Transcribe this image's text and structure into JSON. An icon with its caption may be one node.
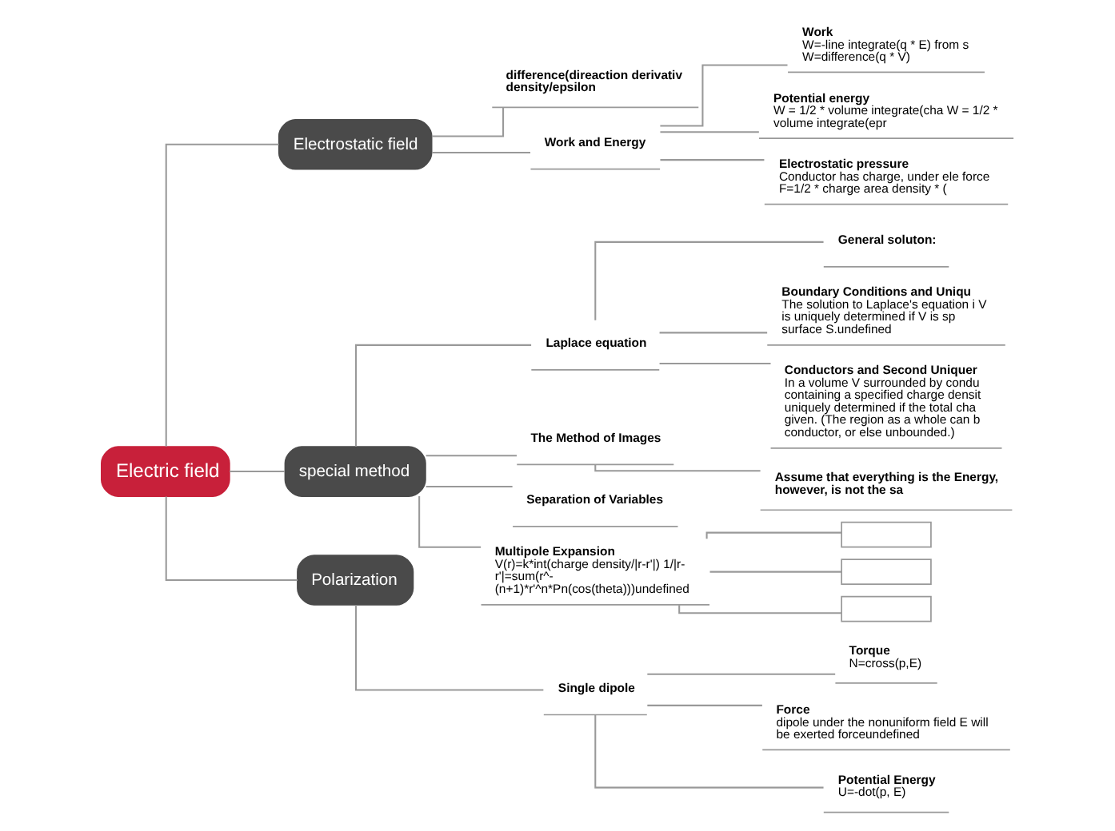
{
  "diagram": {
    "nodes": [
      {
        "text": [
          "Electric field"
        ]
      },
      {
        "text": [
          "Electrostatic field"
        ]
      },
      {
        "text": [
          "special method"
        ]
      },
      {
        "text": [
          "Polarization"
        ]
      },
      {
        "text": [
          "difference(direaction derivativ density/epsilon"
        ]
      },
      {
        "text": [
          "Work and Energy"
        ]
      },
      {
        "text": [
          "Work",
          "W=-line integrate(q * E) from s W=difference(q * V)"
        ]
      },
      {
        "text": [
          "Potential energy",
          "W = 1/2 * volume integrate(cha W = 1/2 * volume integrate(epr"
        ]
      },
      {
        "text": [
          "Electrostatic pressure",
          "Conductor has charge, under ele force F=1/2 * charge area density * ("
        ]
      },
      {
        "text": [
          "Laplace equation"
        ]
      },
      {
        "text": [
          "General soluton:"
        ]
      },
      {
        "text": [
          "Boundary Conditions and Uniqu",
          "The solution to Laplace's equation i V is uniquely determined if V is sp surface S.undefined"
        ]
      },
      {
        "text": [
          "Conductors and Second Uniquer",
          "In a volume V surrounded by condu containing a specified charge densit uniquely determined if the total cha given. (The region as a whole can b conductor, or else unbounded.)"
        ]
      },
      {
        "text": [
          "The Method of Images"
        ]
      },
      {
        "text": [
          "Assume that everything is the Energy, however, is not the sa"
        ]
      },
      {
        "text": [
          "Separation of Variables"
        ]
      },
      {
        "text": [
          "Multipole Expansion",
          "V(r)=k*int(charge density/|r-r'|) 1/|r-r'|=sum(r^-(n+1)*r'^n*Pn(cos(theta)))undefined"
        ]
      },
      {
        "text": [],
        "shape": "box"
      },
      {
        "text": [],
        "shape": "box"
      },
      {
        "text": [],
        "shape": "box"
      },
      {
        "text": [
          "Single dipole"
        ]
      },
      {
        "text": [
          "Torque",
          "N=cross(p,E)"
        ]
      },
      {
        "text": [
          "Force",
          "dipole under the nonuniform field E will be exerted forceundefined"
        ]
      },
      {
        "text": [
          "Potential Energy",
          "U=-dot(p, E)"
        ]
      }
    ],
    "edges": [
      {
        "from": 0,
        "to": 1,
        "arrow": "none"
      },
      {
        "from": 0,
        "to": 2,
        "arrow": "none"
      },
      {
        "from": 0,
        "to": 3,
        "arrow": "none"
      },
      {
        "from": 1,
        "to": 4,
        "arrow": "none"
      },
      {
        "from": 1,
        "to": 5,
        "arrow": "none"
      },
      {
        "from": 5,
        "to": 6,
        "arrow": "none"
      },
      {
        "from": 5,
        "to": 7,
        "arrow": "none"
      },
      {
        "from": 5,
        "to": 8,
        "arrow": "none"
      },
      {
        "from": 2,
        "to": 9,
        "arrow": "none"
      },
      {
        "from": 2,
        "to": 13,
        "arrow": "none"
      },
      {
        "from": 2,
        "to": 15,
        "arrow": "none"
      },
      {
        "from": 2,
        "to": 16,
        "arrow": "none"
      },
      {
        "from": 9,
        "to": 10,
        "arrow": "none"
      },
      {
        "from": 9,
        "to": 11,
        "arrow": "none"
      },
      {
        "from": 9,
        "to": 12,
        "arrow": "none"
      },
      {
        "from": 13,
        "to": 14,
        "arrow": "none"
      },
      {
        "from": 16,
        "to": 17,
        "arrow": "none"
      },
      {
        "from": 16,
        "to": 18,
        "arrow": "none"
      },
      {
        "from": 16,
        "to": 19,
        "arrow": "none"
      },
      {
        "from": 3,
        "to": 20,
        "arrow": "none"
      },
      {
        "from": 20,
        "to": 21,
        "arrow": "none"
      },
      {
        "from": 20,
        "to": 22,
        "arrow": "none"
      },
      {
        "from": 20,
        "to": 23,
        "arrow": "none"
      }
    ]
  }
}
